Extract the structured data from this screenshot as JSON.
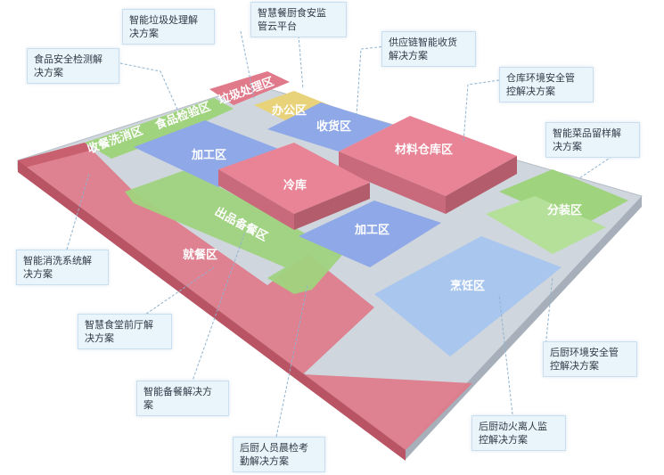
{
  "zones": {
    "dining": "就餐区",
    "cold_storage": "冷库",
    "processing_a": "加工区",
    "processing_b": "加工区",
    "cooking": "烹饪区",
    "materials_warehouse": "材料仓库区",
    "receiving": "收货区",
    "office": "办公区",
    "dish_wash": "收餐洗消区",
    "inspection": "食品检验区",
    "garbage": "垃圾处理区",
    "serving_prep": "出品备餐区",
    "packing": "分装区"
  },
  "callouts": {
    "garbage_solution": "智能垃圾处理解\n决方案",
    "cloud_platform": "智慧餐厨食安监\n管云平台",
    "food_safety_test": "食品安全检测解\n决方案",
    "supply_chain": "供应链智能收货\n解决方案",
    "warehouse_env": "仓库环境安全管\n控解决方案",
    "sample_retention": "智能菜品留样解\n决方案",
    "washing_system": "智能消洗系统解\n决方案",
    "front_hall": "智慧食堂前厅解\n决方案",
    "back_kitchen_env": "后厨环境安全管\n控解决方案",
    "serving_solution": "智能备餐解决方\n案",
    "staff_check": "后厨人员晨检考\n勤解决方案",
    "fire_watch": "后厨动火离人监\n控解决方案"
  },
  "colors": {
    "dining": "#e07a8a",
    "cold": "#e88496",
    "blue": "#8fa8e8",
    "light_blue": "#a9c6ee",
    "green": "#a8d88a",
    "yellow": "#e8d27a",
    "floor": "#cfd6dd"
  }
}
